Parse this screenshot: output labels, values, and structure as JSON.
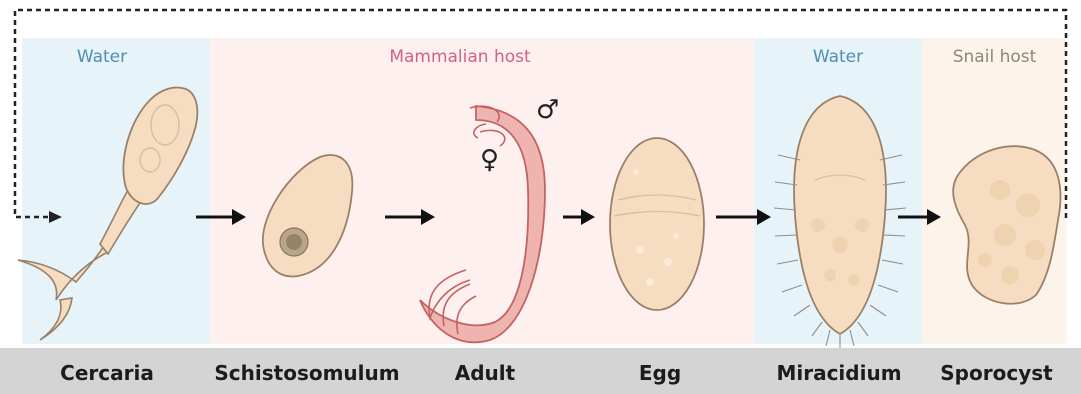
{
  "colors": {
    "water": "#e6f3f8",
    "mammalian": "#fdf0ee",
    "snail": "#fcf4ea",
    "water_text": "#4e8fb5",
    "mammalian_text": "#d1608a",
    "snail_text": "#8c8876",
    "organism_fill": "#f6dcc0",
    "organism_stroke": "#9b8068",
    "worm_fill": "#f0b4b0",
    "worm_stroke": "#c26464",
    "footer_bg": "#d4d4d4",
    "label_text": "#1c1c1c"
  },
  "zones": {
    "water_1": "Water",
    "mammalian": "Mammalian host",
    "water_2": "Water",
    "snail": "Snail host"
  },
  "stages": [
    "Cercaria",
    "Schistosomulum",
    "Adult",
    "Egg",
    "Miracidium",
    "Sporocyst"
  ],
  "sex_symbols": {
    "male": "♂",
    "female": "♀"
  },
  "icons": {
    "cycle_loop": "dashed-loop-arrow",
    "transition": "right-arrow"
  }
}
